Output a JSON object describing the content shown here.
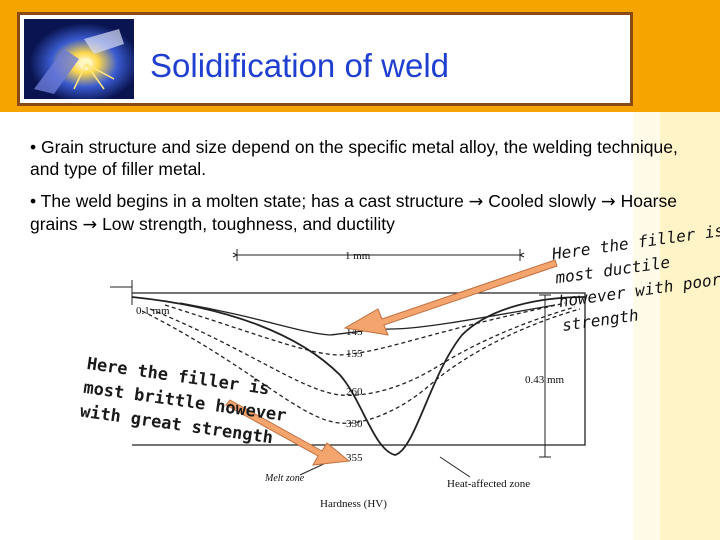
{
  "slide": {
    "title": "Solidification of weld",
    "bullets": [
      {
        "text": "• Grain structure and size depend on the specific metal alloy, the welding technique, and type of filler metal."
      },
      {
        "parts": [
          "• The weld begins in a molten state; has a cast structure ",
          " Cooled slowly ",
          " Hoarse grains ",
          " Low strength, toughness, and ductility"
        ]
      }
    ],
    "arrow_glyph": "→"
  },
  "figure": {
    "labels": {
      "width": "1 mm",
      "depth_small": "0.1 mm",
      "depth_large": "0.43 mm",
      "melt_zone": "Melt zone",
      "haz": "Heat-affected zone",
      "xaxis": "Hardness (HV)"
    },
    "hardness_values": [
      "145",
      "155",
      "260",
      "330",
      "355"
    ]
  },
  "annotations": {
    "right": [
      "Here the filler is",
      "most ductile",
      "however with poor",
      "strength"
    ],
    "left": [
      "Here the filler is",
      "most brittle however",
      "with great strength"
    ]
  },
  "colors": {
    "header": "#f6a500",
    "title_border": "#8a4a14",
    "title_text": "#1f3fd0",
    "arrow_fill": "#f4a56e",
    "arrow_stroke": "#c07040"
  }
}
